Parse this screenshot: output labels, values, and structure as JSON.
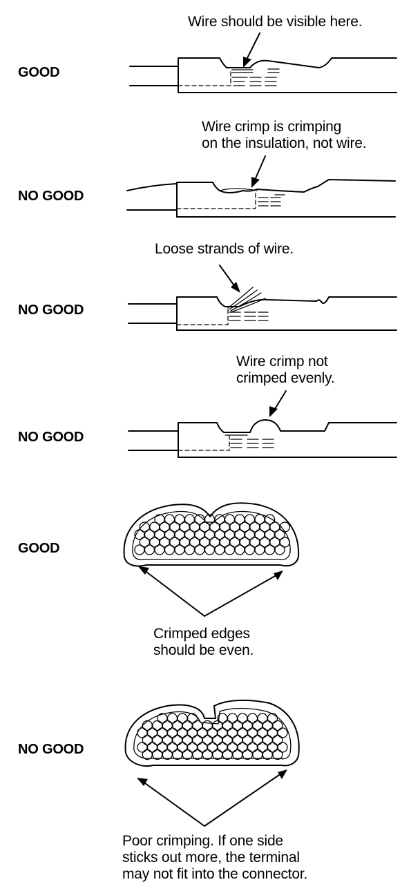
{
  "panels": [
    {
      "status": "GOOD",
      "caption": "Wire should be visible here.",
      "view": "side"
    },
    {
      "status": "NO GOOD",
      "caption": "Wire crimp is crimping\non the insulation, not wire.",
      "view": "side"
    },
    {
      "status": "NO GOOD",
      "caption": "Loose strands of wire.",
      "view": "side"
    },
    {
      "status": "NO GOOD",
      "caption": "Wire crimp not\ncrimped evenly.",
      "view": "side"
    },
    {
      "status": "GOOD",
      "caption": "Crimped edges\nshould be even.",
      "view": "cross-section"
    },
    {
      "status": "NO GOOD",
      "caption": "Poor crimping. If one side\nsticks out more, the terminal\nmay not fit into the connector.",
      "view": "cross-section"
    }
  ]
}
